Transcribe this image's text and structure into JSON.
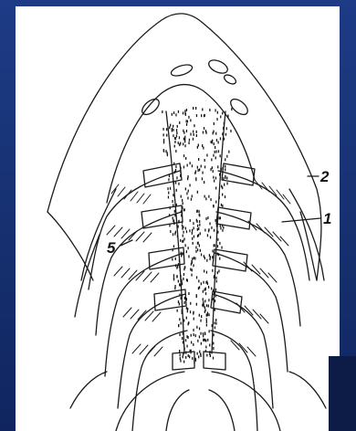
{
  "figure": {
    "callouts": [
      {
        "id": "callout-2",
        "text": "2"
      },
      {
        "id": "callout-1",
        "text": "1"
      },
      {
        "id": "callout-5",
        "text": "5"
      }
    ]
  },
  "colors": {
    "background": "#1d3b86",
    "panel": "#ffffff",
    "ink": "#1a1a1a"
  }
}
